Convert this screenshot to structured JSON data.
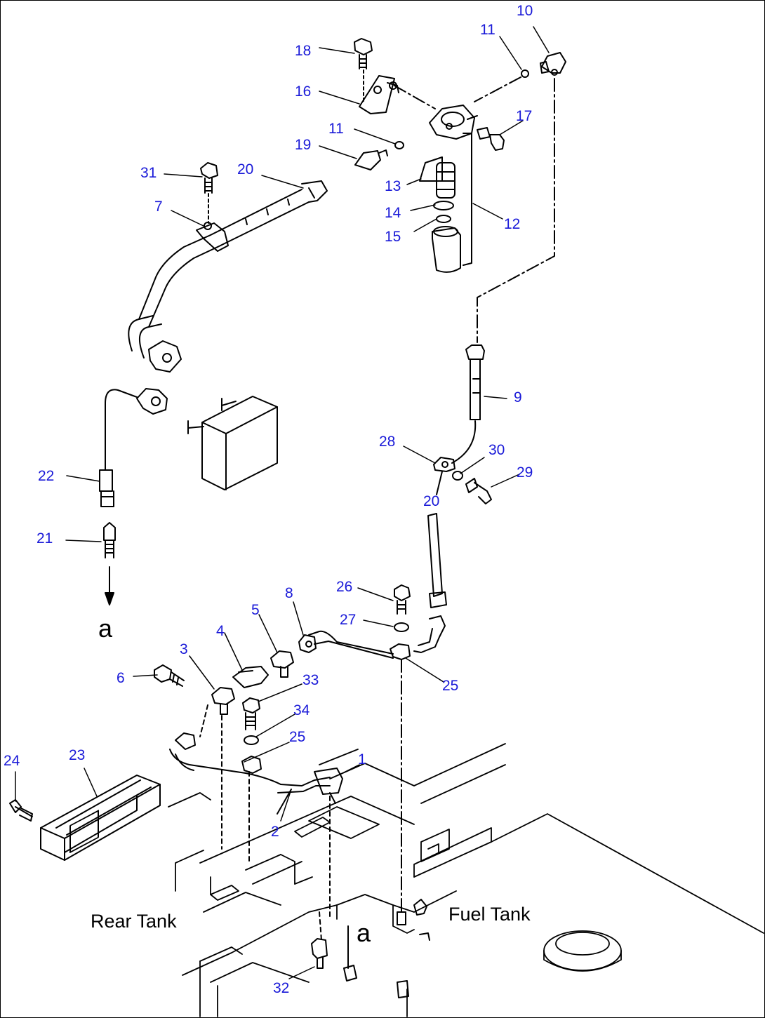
{
  "callouts": {
    "c1": "1",
    "c2": "2",
    "c3": "3",
    "c4": "4",
    "c5": "5",
    "c6": "6",
    "c7": "7",
    "c8": "8",
    "c9": "9",
    "c10": "10",
    "c11a": "11",
    "c11b": "11",
    "c12": "12",
    "c13": "13",
    "c14": "14",
    "c15": "15",
    "c16": "16",
    "c17": "17",
    "c18": "18",
    "c19": "19",
    "c20a": "20",
    "c20b": "20",
    "c21": "21",
    "c22": "22",
    "c23": "23",
    "c24": "24",
    "c25a": "25",
    "c25b": "25",
    "c26": "26",
    "c27": "27",
    "c28": "28",
    "c29": "29",
    "c30": "30",
    "c31": "31",
    "c32": "32",
    "c33": "33",
    "c34": "34"
  },
  "areas": {
    "rear_tank": "Rear Tank",
    "fuel_tank": "Fuel Tank"
  },
  "ref": {
    "letter_a": "a",
    "letter_a2": "a"
  },
  "colors": {
    "callout": "#1a1ad8",
    "line": "#000000"
  }
}
